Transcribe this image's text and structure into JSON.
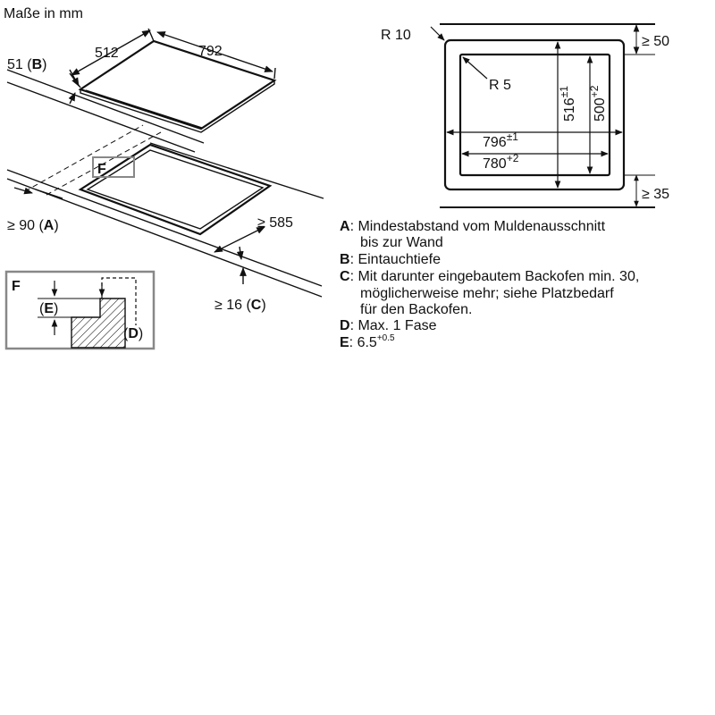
{
  "header": {
    "units_label": "Maße in mm"
  },
  "left_diagram": {
    "dim_width": "512",
    "dim_length": "792",
    "label_B_prefix": "51 (",
    "label_B_letter": "B",
    "label_B_suffix": ")",
    "label_A_prefix": "≥ 90 (",
    "label_A_letter": "A",
    "label_A_suffix": ")",
    "dim_585": "≥ 585",
    "label_C_prefix": "≥ 16 (",
    "label_C_letter": "C",
    "label_C_suffix": ")",
    "detail_marker": "F"
  },
  "detail_box": {
    "title": "F",
    "label_E_open": "(",
    "label_E_letter": "E",
    "label_E_close": ")",
    "label_D_open": "(",
    "label_D_letter": "D",
    "label_D_close": ")"
  },
  "right_diagram": {
    "outer_radius": "R 10",
    "inner_radius": "R 5",
    "dim_top": "≥ 50",
    "dim_bottom": "≥ 35",
    "dim_796": "796",
    "tol_796": "±1",
    "dim_780": "780",
    "tol_780": "+2",
    "dim_516": "516",
    "tol_516": "±1",
    "dim_500": "500",
    "tol_500": "+2"
  },
  "legend": [
    {
      "key": "A",
      "lines": [
        "Mindestabstand vom Muldenausschnitt",
        "bis zur Wand"
      ]
    },
    {
      "key": "B",
      "lines": [
        "Eintauchtiefe"
      ]
    },
    {
      "key": "C",
      "lines": [
        "Mit darunter eingebautem Backofen min. 30,",
        "möglicherweise mehr; siehe Platzbedarf",
        "für den Backofen."
      ]
    },
    {
      "key": "D",
      "lines": [
        "Max. 1 Fase"
      ]
    },
    {
      "key": "E",
      "lines": [
        "6.5"
      ],
      "sup": "+0.5"
    }
  ]
}
